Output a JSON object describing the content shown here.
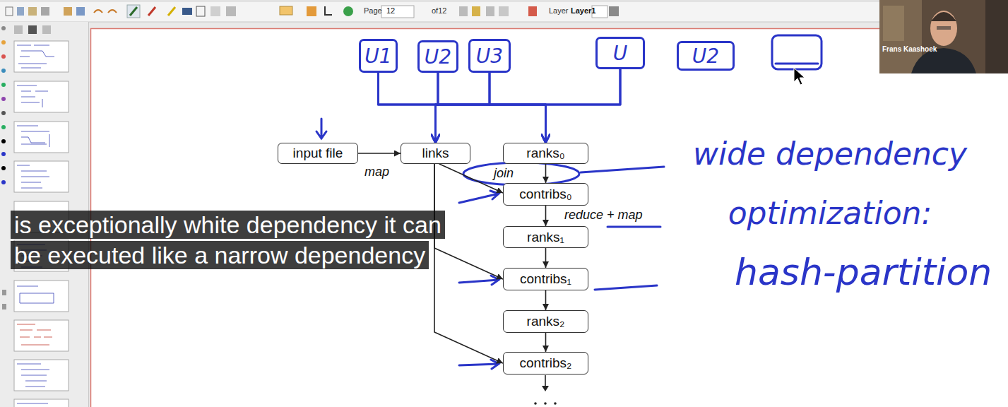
{
  "diagram": {
    "nodes": [
      {
        "text": [
          "U1"
        ]
      },
      {
        "text": [
          "U2"
        ]
      },
      {
        "text": [
          "U3"
        ]
      },
      {
        "text": [
          "U"
        ]
      },
      {
        "text": [
          "U2"
        ]
      },
      {
        "text": [
          "input file"
        ]
      },
      {
        "text": [
          "links"
        ]
      },
      {
        "text": [
          "ranks₀"
        ]
      },
      {
        "text": [
          "contribs₀"
        ]
      },
      {
        "text": [
          "ranks₁"
        ]
      },
      {
        "text": [
          "contribs₁"
        ]
      },
      {
        "text": [
          "ranks₂"
        ]
      },
      {
        "text": [
          "contribs₂"
        ]
      }
    ],
    "edges": [
      {
        "from": 0,
        "to": 6,
        "arrow": "to"
      },
      {
        "from": 0,
        "to": 7,
        "arrow": "to"
      },
      {
        "from": 1,
        "to": 6,
        "arrow": "to"
      },
      {
        "from": 1,
        "to": 7,
        "arrow": "to"
      },
      {
        "from": 2,
        "to": 6,
        "arrow": "to"
      },
      {
        "from": 2,
        "to": 7,
        "arrow": "to"
      },
      {
        "from": 3,
        "to": 6,
        "arrow": "to"
      },
      {
        "from": 3,
        "to": 7,
        "arrow": "to"
      },
      {
        "from": 5,
        "to": 6,
        "label": "map",
        "arrow": "to"
      },
      {
        "from": 7,
        "to": 8,
        "label": "join",
        "arrow": "to"
      },
      {
        "from": 6,
        "to": 8,
        "arrow": "to"
      },
      {
        "from": 8,
        "to": 9,
        "label": "reduce + map",
        "arrow": "to"
      },
      {
        "from": 9,
        "to": 10,
        "arrow": "to"
      },
      {
        "from": 6,
        "to": 10,
        "arrow": "to"
      },
      {
        "from": 10,
        "to": 11,
        "arrow": "to"
      },
      {
        "from": 11,
        "to": 12,
        "arrow": "to"
      },
      {
        "from": 6,
        "to": 12,
        "arrow": "to"
      }
    ],
    "labels": [
      "Page",
      "12",
      "of12",
      "Layer",
      "Layer1",
      "Frans Kaashoek",
      "is exceptionally white dependency it can be executed like a narrow dependency",
      "wide dependency optimization:",
      "hash-partition"
    ]
  }
}
